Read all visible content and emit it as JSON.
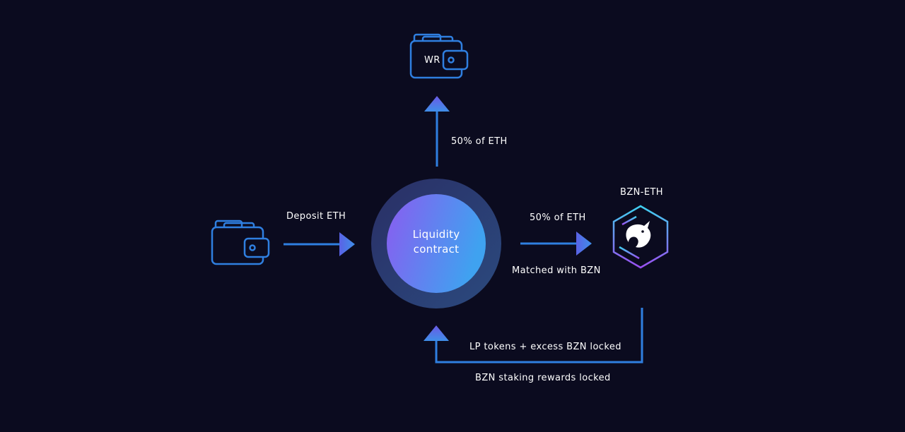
{
  "diagram": {
    "wallet_top": {
      "label": "WR"
    },
    "arrow_up": {
      "label": "50% of ETH"
    },
    "deposit": {
      "label": "Deposit ETH"
    },
    "contract": {
      "line1": "Liquidity",
      "line2": "contract"
    },
    "arrow_right": {
      "label_top": "50% of ETH",
      "label_bottom": "Matched with BZN"
    },
    "pool": {
      "label": "BZN-ETH"
    },
    "return_flow": {
      "label_top": "LP tokens + excess BZN locked",
      "label_bottom": "BZN staking rewards locked"
    }
  },
  "colors": {
    "background": "#0b0b1f",
    "line_blue": "#2f7fe0",
    "circle_ring": "#2c3a6e",
    "circle_gradient_start": "#8a5cf0",
    "circle_gradient_end": "#3fa2f0",
    "text": "#ffffff"
  },
  "icons": [
    "wallet-icon",
    "uniswap-hexagon-icon"
  ]
}
